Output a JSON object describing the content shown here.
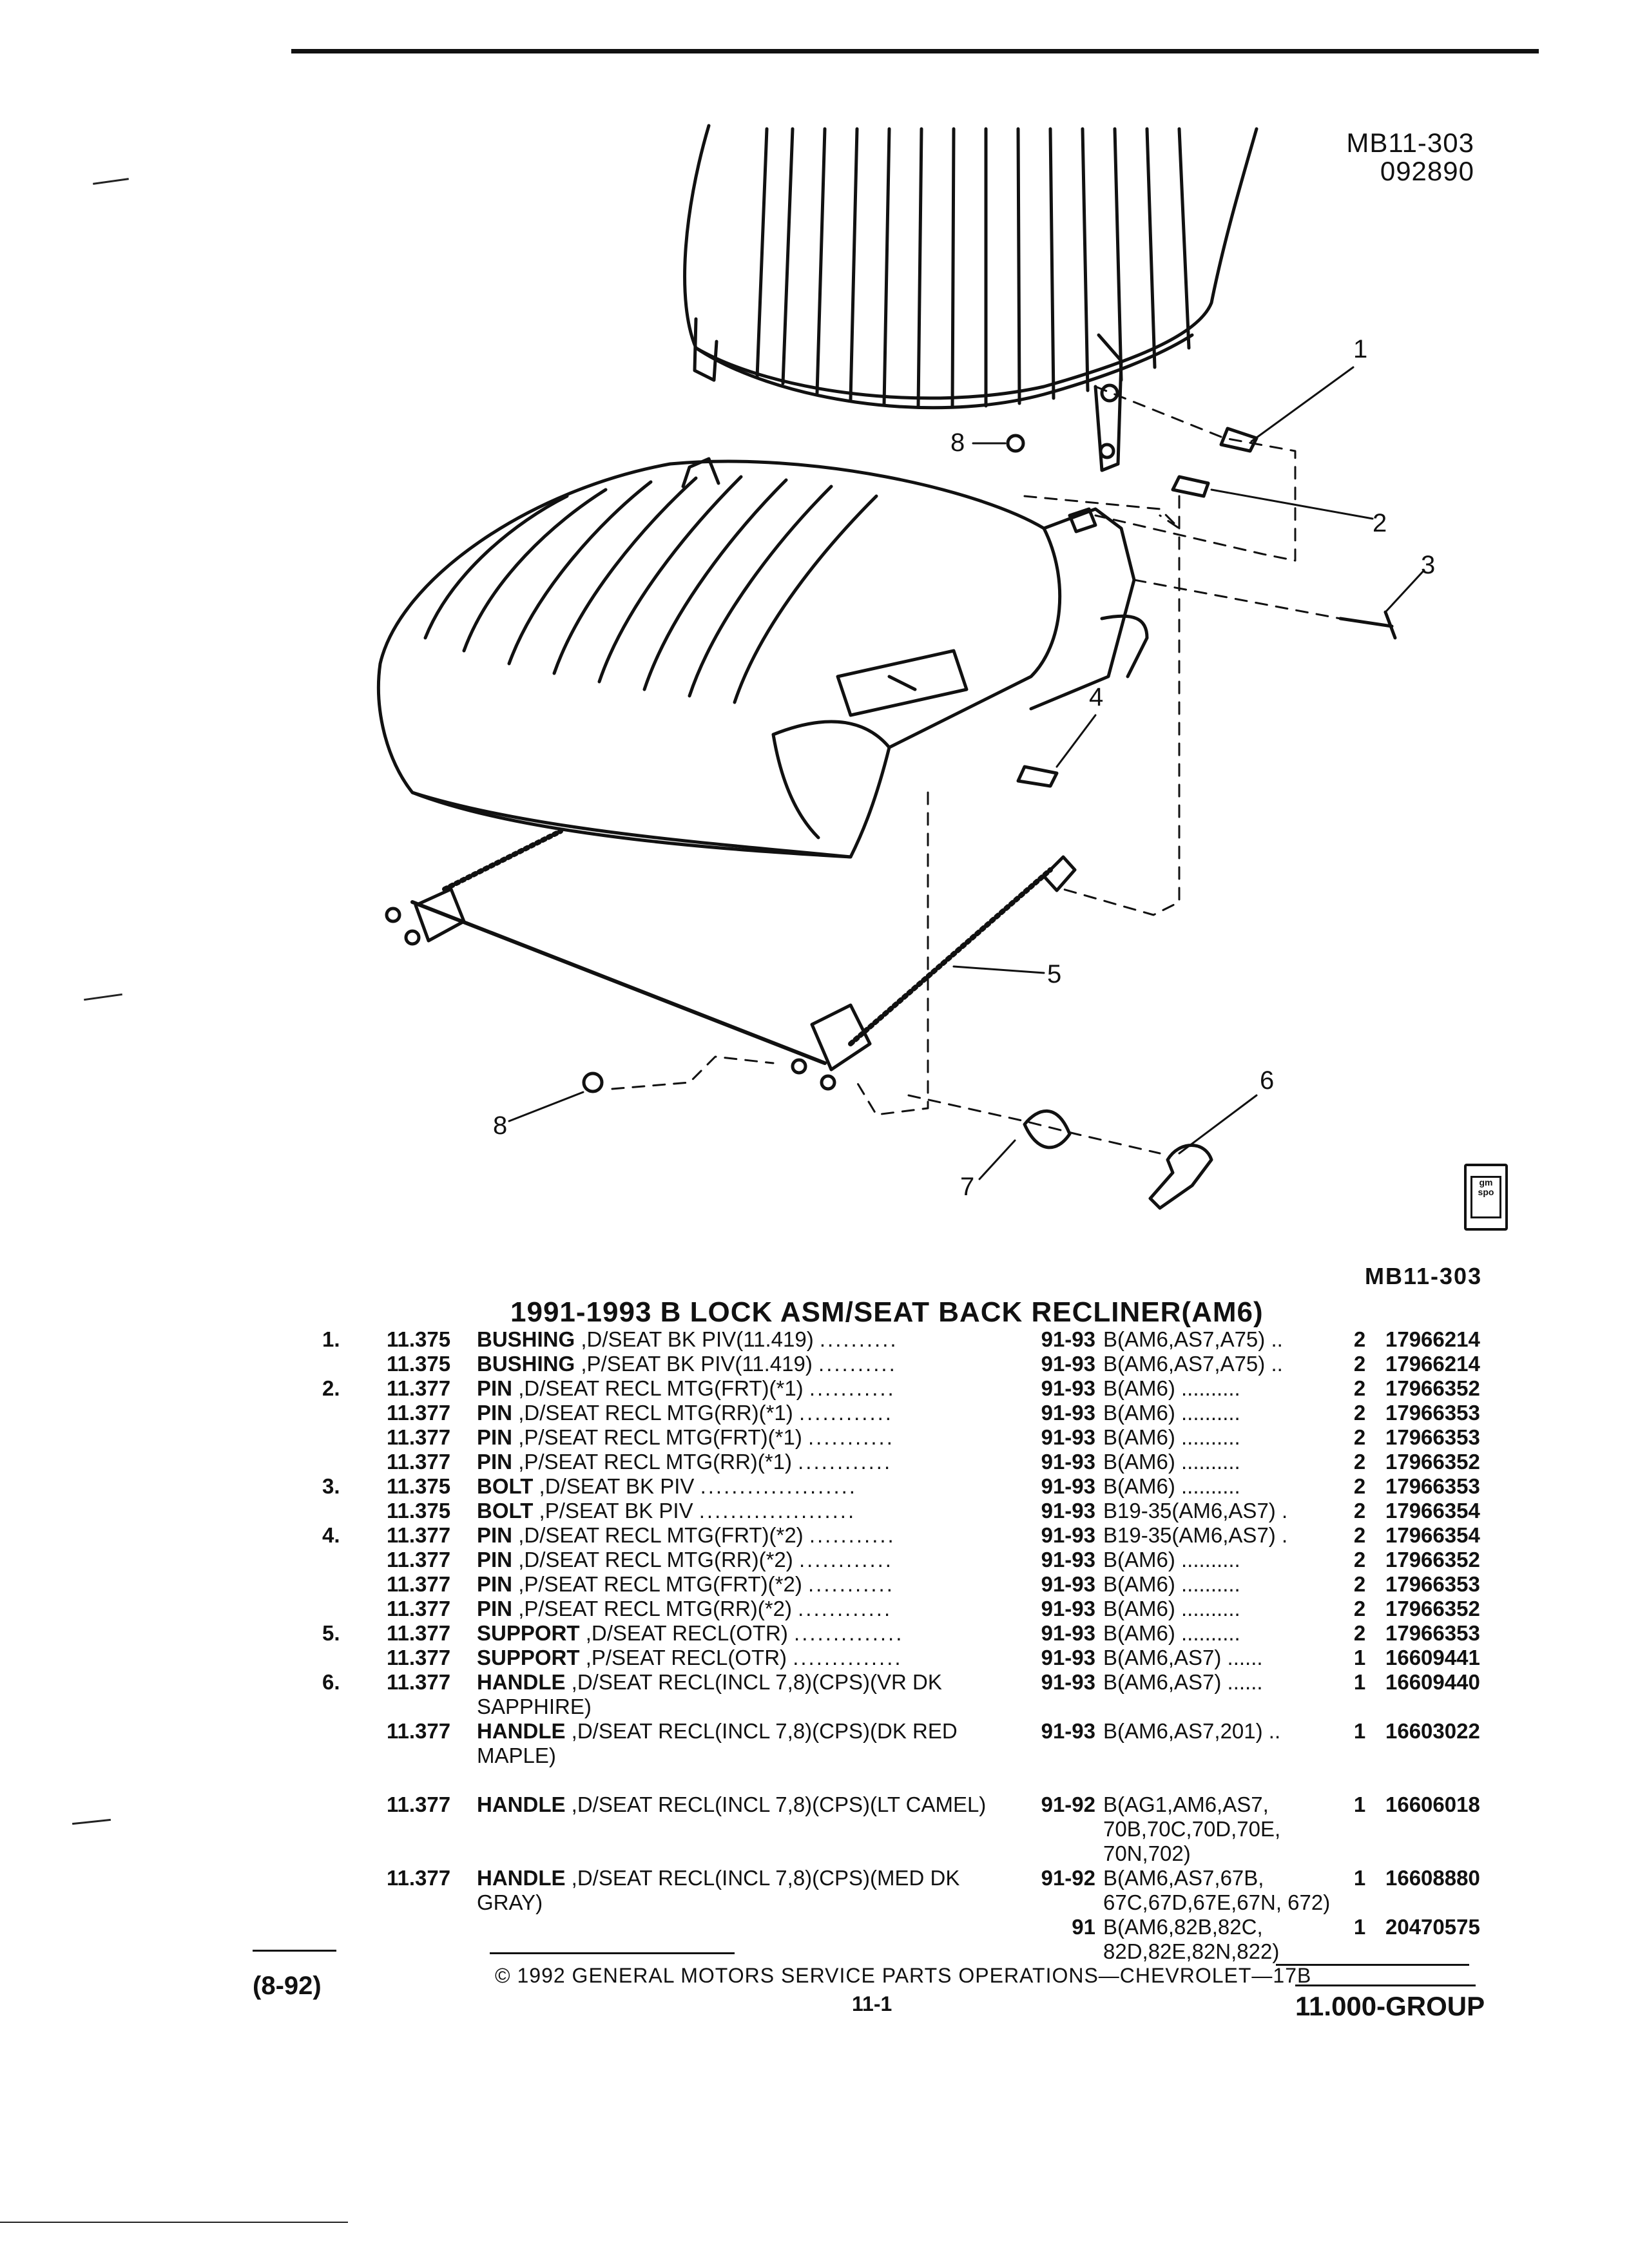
{
  "header": {
    "ref_code": "MB11-303",
    "ref_date": "092890"
  },
  "figure": {
    "callouts": [
      "1",
      "2",
      "3",
      "4",
      "5",
      "6",
      "7",
      "8",
      "8"
    ],
    "caption_ref": "MB11-303",
    "logo_text": "gm spo"
  },
  "title": "1991-1993 B LOCK ASM/SEAT BACK RECLINER(AM6)",
  "parts": [
    {
      "no": "1.",
      "group": "11.375",
      "name": "BUSHING",
      "desc": ",D/SEAT BK PIV(11.419)",
      "dots": "..........",
      "years": "91-93",
      "body": "B(AM6,AS7,A75) ..",
      "qty": "2",
      "part": "17966214"
    },
    {
      "no": "",
      "group": "11.375",
      "name": "BUSHING",
      "desc": ",P/SEAT BK PIV(11.419)",
      "dots": "..........",
      "years": "91-93",
      "body": "B(AM6,AS7,A75) ..",
      "qty": "2",
      "part": "17966214"
    },
    {
      "no": "2.",
      "group": "11.377",
      "name": "PIN",
      "desc": ",D/SEAT RECL MTG(FRT)(*1)",
      "dots": "...........",
      "years": "91-93",
      "body": "B(AM6) ..........",
      "qty": "2",
      "part": "17966352"
    },
    {
      "no": "",
      "group": "11.377",
      "name": "PIN",
      "desc": ",D/SEAT RECL MTG(RR)(*1)",
      "dots": "............",
      "years": "91-93",
      "body": "B(AM6) ..........",
      "qty": "2",
      "part": "17966353"
    },
    {
      "no": "",
      "group": "11.377",
      "name": "PIN",
      "desc": ",P/SEAT RECL MTG(FRT)(*1)",
      "dots": "...........",
      "years": "91-93",
      "body": "B(AM6) ..........",
      "qty": "2",
      "part": "17966353"
    },
    {
      "no": "",
      "group": "11.377",
      "name": "PIN",
      "desc": ",P/SEAT RECL MTG(RR)(*1)",
      "dots": "............",
      "years": "91-93",
      "body": "B(AM6) ..........",
      "qty": "2",
      "part": "17966352"
    },
    {
      "no": "3.",
      "group": "11.375",
      "name": "BOLT",
      "desc": ",D/SEAT BK PIV",
      "dots": "....................",
      "years": "91-93",
      "body": "B(AM6) ..........",
      "qty": "2",
      "part": "17966353"
    },
    {
      "no": "",
      "group": "11.375",
      "name": "BOLT",
      "desc": ",P/SEAT BK PIV",
      "dots": "....................",
      "years": "91-93",
      "body": "B19-35(AM6,AS7) .",
      "qty": "2",
      "part": "17966354"
    },
    {
      "no": "4.",
      "group": "11.377",
      "name": "PIN",
      "desc": ",D/SEAT RECL MTG(FRT)(*2)",
      "dots": "...........",
      "years": "91-93",
      "body": "B19-35(AM6,AS7) .",
      "qty": "2",
      "part": "17966354"
    },
    {
      "no": "",
      "group": "11.377",
      "name": "PIN",
      "desc": ",D/SEAT RECL MTG(RR)(*2)",
      "dots": "............",
      "years": "91-93",
      "body": "B(AM6) ..........",
      "qty": "2",
      "part": "17966352"
    },
    {
      "no": "",
      "group": "11.377",
      "name": "PIN",
      "desc": ",P/SEAT RECL MTG(FRT)(*2)",
      "dots": "...........",
      "years": "91-93",
      "body": "B(AM6) ..........",
      "qty": "2",
      "part": "17966353"
    },
    {
      "no": "",
      "group": "11.377",
      "name": "PIN",
      "desc": ",P/SEAT RECL MTG(RR)(*2)",
      "dots": "............",
      "years": "91-93",
      "body": "B(AM6) ..........",
      "qty": "2",
      "part": "17966352"
    },
    {
      "no": "5.",
      "group": "11.377",
      "name": "SUPPORT",
      "desc": ",D/SEAT RECL(OTR)",
      "dots": "..............",
      "years": "91-93",
      "body": "B(AM6) ..........",
      "qty": "2",
      "part": "17966353"
    },
    {
      "no": "",
      "group": "11.377",
      "name": "SUPPORT",
      "desc": ",P/SEAT RECL(OTR)",
      "dots": "..............",
      "years": "91-93",
      "body": "B(AM6,AS7) ......",
      "qty": "1",
      "part": "16609441"
    },
    {
      "no": "6.",
      "group": "11.377",
      "name": "HANDLE",
      "desc": ",D/SEAT RECL(INCL 7,8)(CPS)(VR DK SAPPHIRE)",
      "dots": "",
      "years": "91-93",
      "body": "B(AM6,AS7) ......",
      "qty": "1",
      "part": "16609440",
      "lines": 2
    },
    {
      "no": "",
      "group": "11.377",
      "name": "HANDLE",
      "desc": ",D/SEAT RECL(INCL 7,8)(CPS)(DK RED MAPLE)",
      "dots": "",
      "years": "91-93",
      "body": "B(AM6,AS7,201) ..",
      "qty": "1",
      "part": "16603022",
      "lines": 3
    },
    {
      "no": "",
      "group": "11.377",
      "name": "HANDLE",
      "desc": ",D/SEAT RECL(INCL 7,8)(CPS)(LT CAMEL)",
      "dots": "",
      "years": "91-92",
      "body": "B(AG1,AM6,AS7, 70B,70C,70D,70E, 70N,702)",
      "qty": "1",
      "part": "16606018",
      "lines": 3
    },
    {
      "no": "",
      "group": "11.377",
      "name": "HANDLE",
      "desc": ",D/SEAT RECL(INCL 7,8)(CPS)(MED DK GRAY)",
      "dots": "",
      "years": "91-92",
      "body": "B(AM6,AS7,67B, 67C,67D,67E,67N, 672)",
      "qty": "1",
      "part": "16608880",
      "lines": 2
    },
    {
      "no": "",
      "group": "",
      "name": "",
      "desc": "",
      "dots": "",
      "years": "91",
      "body": "B(AM6,82B,82C, 82D,82E,82N,822)",
      "qty": "1",
      "part": "20470575",
      "lines": 2
    }
  ],
  "footer": {
    "date_code": "(8-92)",
    "copyright": "© 1992 GENERAL MOTORS SERVICE PARTS OPERATIONS—CHEVROLET—17B",
    "page": "11-1",
    "group": "11.000-GROUP"
  }
}
